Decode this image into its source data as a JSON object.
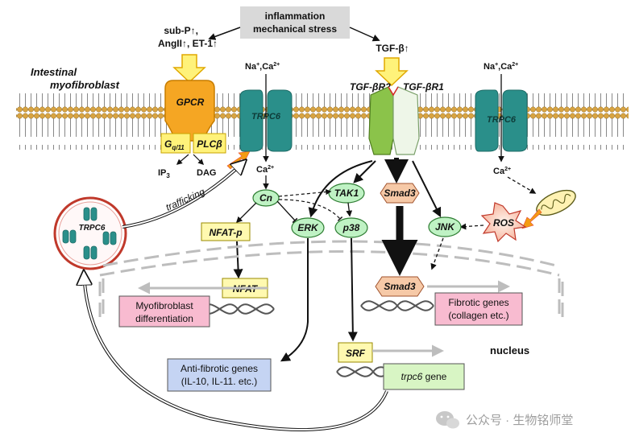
{
  "top": {
    "stimulus_line1": "inflammation",
    "stimulus_line2": "mechanical stress",
    "left_factors_line1": "sub-P↑,",
    "left_factors_line2": "AngII↑, ET-1↑",
    "tgfb": "TGF-β↑"
  },
  "cell": {
    "label_line1": "Intestinal",
    "label_line2": "myofibroblast"
  },
  "membrane": {
    "gpcr": "GPCR",
    "gq": "G",
    "gq_sub": "q/11",
    "plcb": "PLCβ",
    "trpc6_left": "TRPC6",
    "trpc6_right": "TRPC6",
    "tgfbr2": "TGF-βR2",
    "tgfbr1": "TGF-βR1",
    "ions_left": "Na",
    "ions_left_sup": "+",
    "ions_left_tail": ",Ca",
    "ions_left_sup2": "2+",
    "ions_right": "Na",
    "ions_right_sup": "+",
    "ions_right_tail": ",Ca",
    "ions_right_sup2": "2+"
  },
  "cytoplasm": {
    "ip3": "IP",
    "ip3_sub": "3",
    "dag": "DAG",
    "ca_left": "Ca",
    "ca_left_sup": "2+",
    "ca_right": "Ca",
    "ca_right_sup": "2+",
    "cn": "Cn",
    "erk": "ERK",
    "tak1": "TAK1",
    "p38": "p38",
    "smad3_top": "Smad3",
    "jnk": "JNK",
    "ros": "ROS",
    "nfat_p": "NFAT-p",
    "trafficking": "trafficking",
    "vesicle_trpc6": "TRPC6"
  },
  "nucleus": {
    "label": "nucleus",
    "nfat": "NFAT",
    "smad3": "Smad3",
    "srf": "SRF",
    "myo_line1": "Myofibroblast",
    "myo_line2": "differentiation",
    "fibrotic_line1": "Fibrotic genes",
    "fibrotic_line2": "(collagen etc.)",
    "antifib_line1": "Anti-fibrotic genes",
    "antifib_line2": "(IL-10, IL-11. etc.)",
    "trpc6_gene": "trpc6",
    "trpc6_gene_tail": " gene"
  },
  "watermark": {
    "text": "公众号 · 生物铭师堂"
  },
  "colors": {
    "membrane_head": "#d9a441",
    "gpcr": "#f5a623",
    "plc": "#fff27a",
    "trpc6": "#2a8f8a",
    "node": "#bff2c4",
    "smad3": "#f6c9a7",
    "tgfbr2": "#8bc34a",
    "tgfbr1": "#e8f5e9",
    "nfat_box": "#fff9b0",
    "pink_box": "#f8bbd0",
    "blue_box": "#c5d4f3",
    "green_box": "#d8f5c4",
    "vesicle_ring": "#c0392b"
  }
}
